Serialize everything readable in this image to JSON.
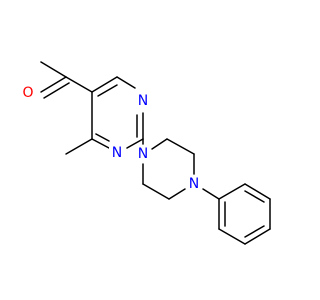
{
  "molecule": {
    "atoms": [
      {
        "symbol": "O",
        "color": "#ff0000"
      },
      {
        "symbol": "N",
        "color": "#0000ff"
      },
      {
        "symbol": "N",
        "color": "#0000ff"
      },
      {
        "symbol": "N",
        "color": "#0000ff"
      },
      {
        "symbol": "N",
        "color": "#0000ff"
      }
    ],
    "bond_color": "#000000",
    "background": "#ffffff"
  }
}
